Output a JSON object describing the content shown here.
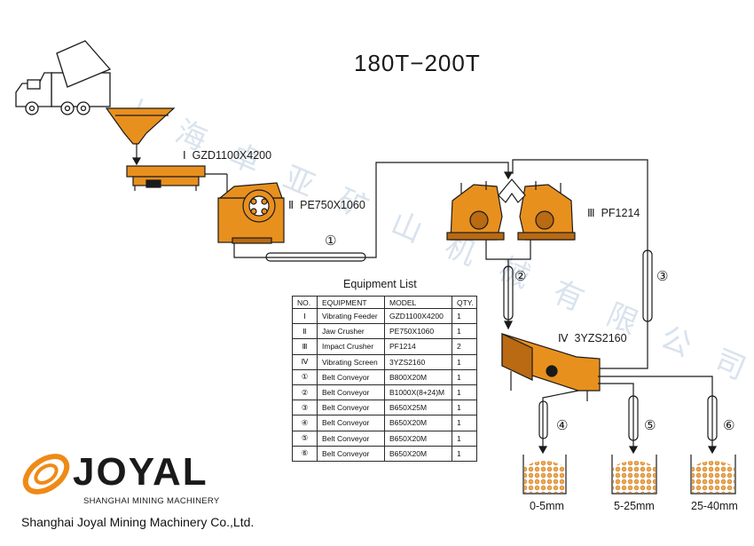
{
  "title": "180T−200T",
  "watermark": "上海卓亚矿山机械有限公司",
  "machines": [
    {
      "roman": "Ⅰ",
      "model": "GZD1100X4200"
    },
    {
      "roman": "Ⅱ",
      "model": "PE750X1060"
    },
    {
      "roman": "Ⅲ",
      "model": "PF1214"
    },
    {
      "roman": "Ⅳ",
      "model": "3YZS2160"
    }
  ],
  "conveyors": [
    "①",
    "②",
    "③",
    "④",
    "⑤",
    "⑥"
  ],
  "products": [
    "0-5mm",
    "5-25mm",
    "25-40mm"
  ],
  "equipment_list": {
    "title": "Equipment List",
    "headers": [
      "NO.",
      "EQUIPMENT",
      "MODEL",
      "QTY."
    ],
    "rows": [
      [
        "Ⅰ",
        "Vibrating Feeder",
        "GZD1100X4200",
        "1"
      ],
      [
        "Ⅱ",
        "Jaw Crusher",
        "PE750X1060",
        "1"
      ],
      [
        "Ⅲ",
        "Impact Crusher",
        "PF1214",
        "2"
      ],
      [
        "Ⅳ",
        "Vibrating Screen",
        "3YZS2160",
        "1"
      ],
      [
        "①",
        "Belt Conveyor",
        "B800X20M",
        "1"
      ],
      [
        "②",
        "Belt Conveyor",
        "B1000X(8+24)M",
        "1"
      ],
      [
        "③",
        "Belt Conveyor",
        "B650X25M",
        "1"
      ],
      [
        "④",
        "Belt Conveyor",
        "B650X20M",
        "1"
      ],
      [
        "⑤",
        "Belt Conveyor",
        "B650X20M",
        "1"
      ],
      [
        "⑥",
        "Belt Conveyor",
        "B650X20M",
        "1"
      ]
    ]
  },
  "logo": {
    "word": "JOYAL",
    "subtitle": "SHANGHAI MINING MACHINERY",
    "company": "Shanghai Joyal Mining Machinery Co.,Ltd."
  },
  "colors": {
    "machine": "#e8901e",
    "machine_dark": "#b96a12",
    "line": "#1a1a1a",
    "logo_orange": "#ef8a17"
  }
}
